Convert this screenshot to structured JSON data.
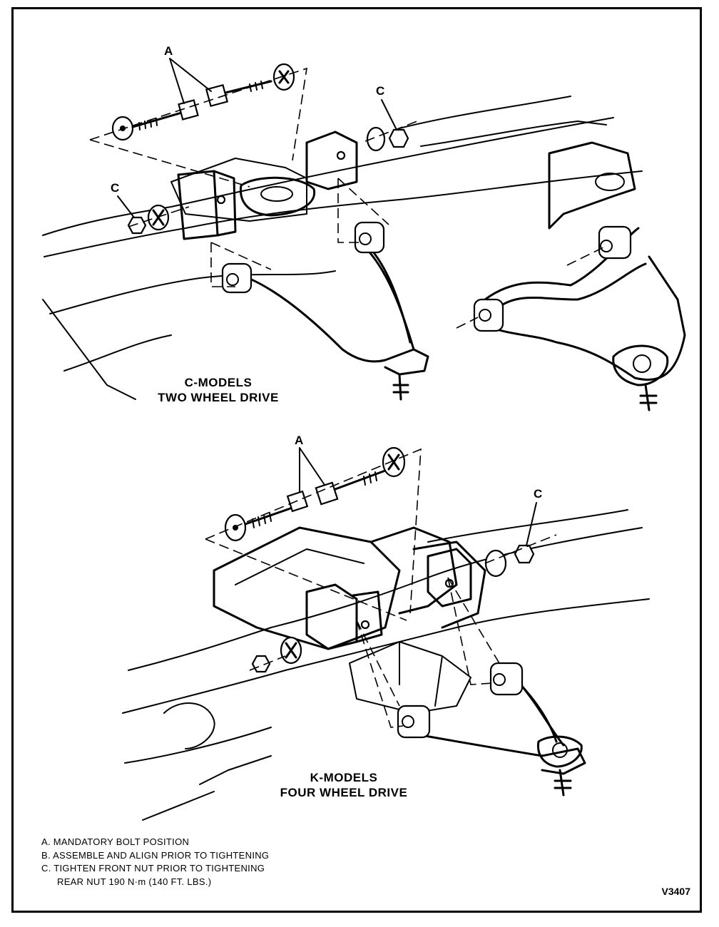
{
  "callouts": {
    "top_a": "A",
    "top_c_right": "C",
    "top_c_left": "C",
    "bottom_a": "A",
    "bottom_c": "C"
  },
  "titles": {
    "c_models_line1": "C-MODELS",
    "c_models_line2": "TWO WHEEL DRIVE",
    "k_models_line1": "K-MODELS",
    "k_models_line2": "FOUR WHEEL DRIVE"
  },
  "notes": {
    "a": "A.  MANDATORY BOLT POSITION",
    "b": "B.  ASSEMBLE AND ALIGN PRIOR TO TIGHTENING",
    "c1": "C.  TIGHTEN FRONT NUT PRIOR TO TIGHTENING",
    "c2": "REAR NUT 190 N·m (140 FT. LBS.)"
  },
  "figure_id": "V3407"
}
